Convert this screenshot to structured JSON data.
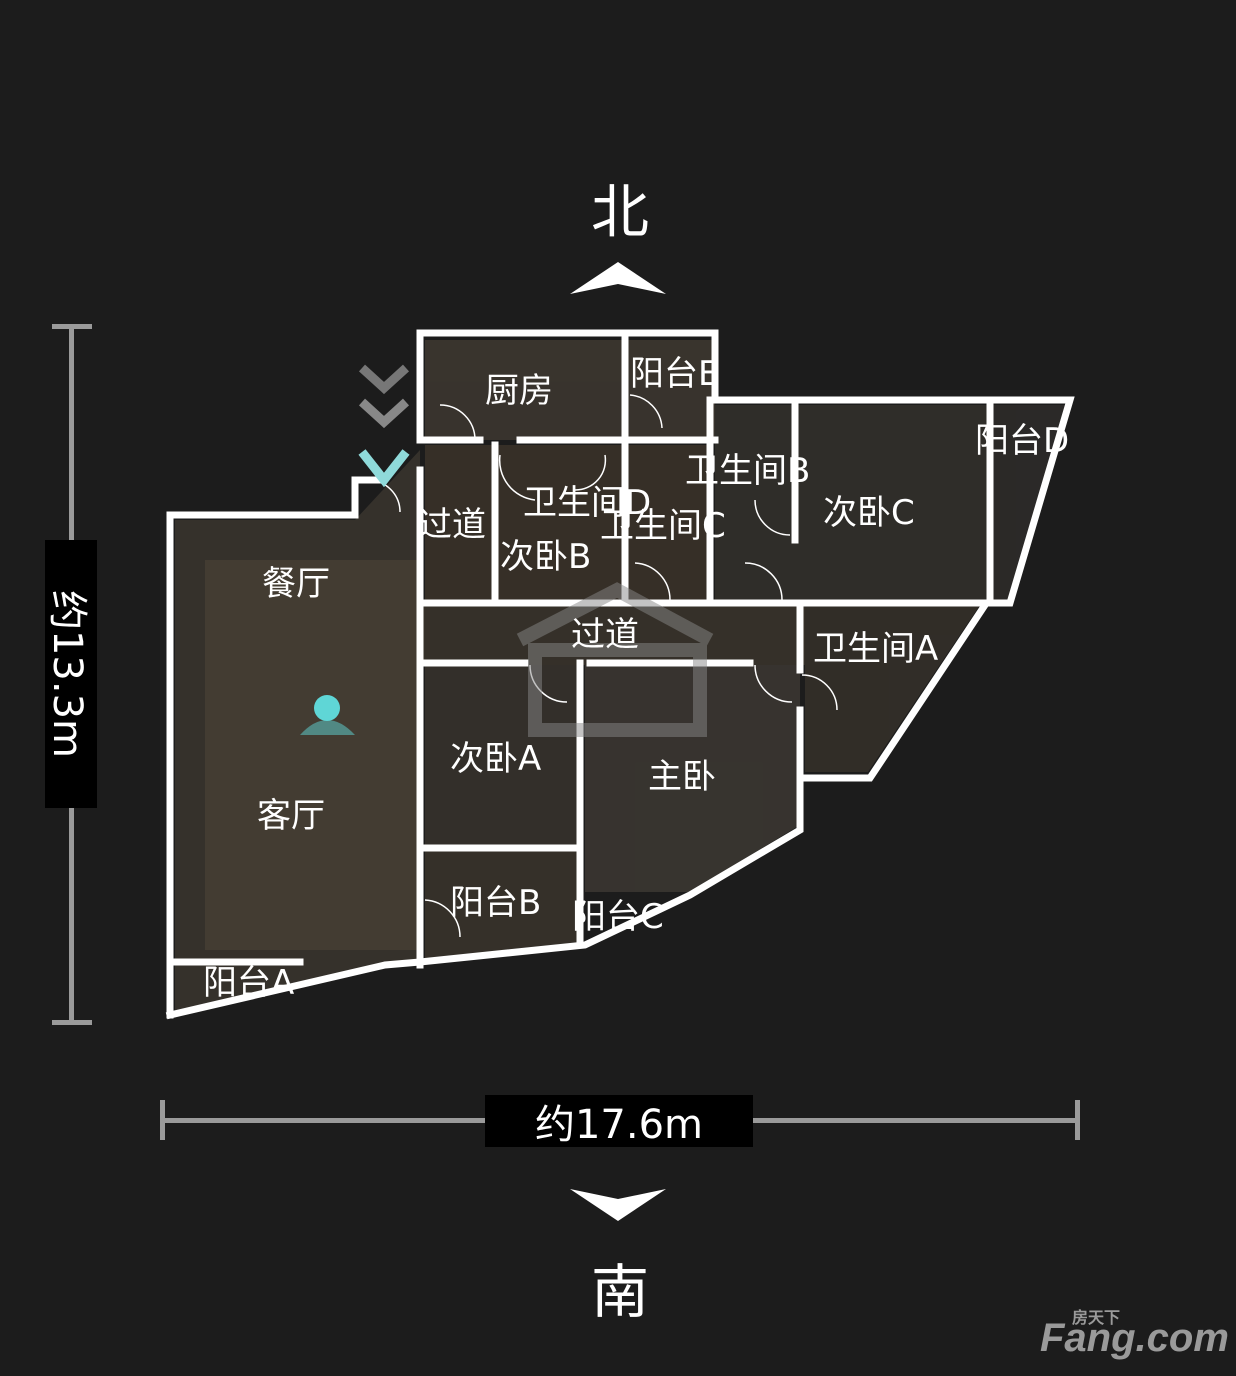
{
  "compass": {
    "north": "北",
    "south": "南"
  },
  "dimensions": {
    "height": "约13.3m",
    "width": "约17.6m"
  },
  "rooms": {
    "kitchen": "厨房",
    "balcony_e": "阳台E",
    "bath_b": "卫生间B",
    "balcony_d": "阳台D",
    "bedroom_c": "次卧C",
    "hall_1": "过道",
    "bath_d": "卫生间D",
    "bath_c": "卫生间C",
    "bedroom_b": "次卧B",
    "dining": "餐厅",
    "hall_2": "过道",
    "bath_a": "卫生间A",
    "bedroom_a": "次卧A",
    "master": "主卧",
    "living": "客厅",
    "balcony_b": "阳台B",
    "balcony_c": "阳台C",
    "balcony_a": "阳台A"
  },
  "watermark": {
    "brand": "Fang.com",
    "cn": "房天下"
  },
  "colors": {
    "background": "#1c1c1c",
    "walls": "#ffffff",
    "marker": "#5fd6d6",
    "scale": "#9a9a9a"
  }
}
